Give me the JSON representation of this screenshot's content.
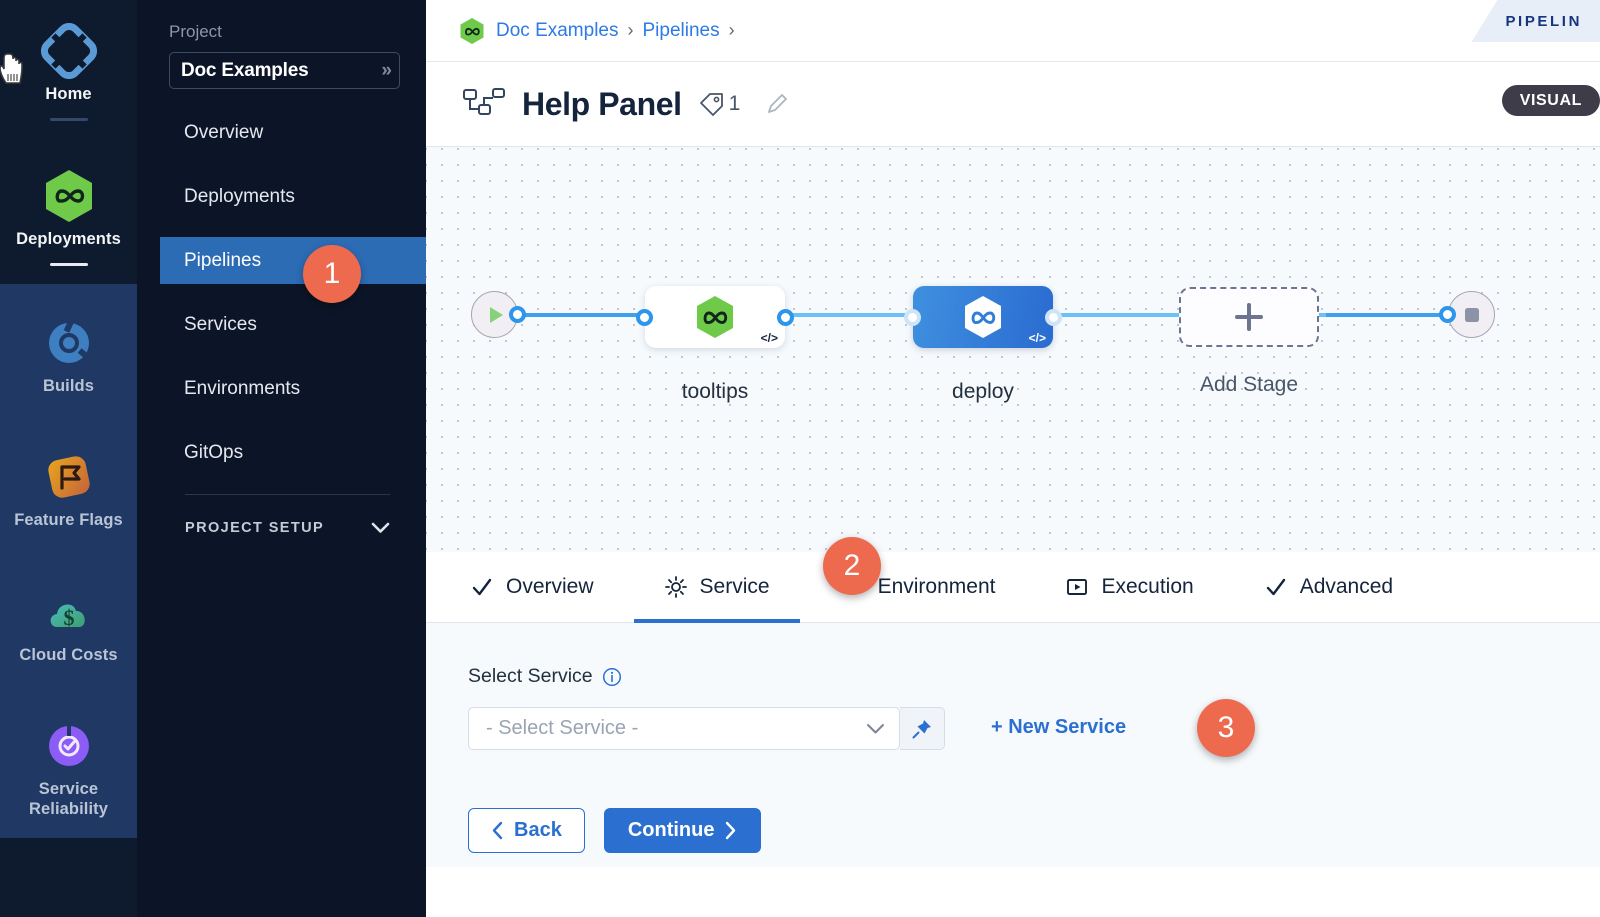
{
  "rail": {
    "items": [
      {
        "label": "Home",
        "icon": "home-diamond-icon",
        "state": "dark",
        "underline": true
      },
      {
        "label": "Deployments",
        "icon": "deployments-hexagon-icon",
        "state": "dark",
        "underline": true
      },
      {
        "label": "Builds",
        "icon": "builds-icon",
        "state": "light",
        "underline": false
      },
      {
        "label": "Feature Flags",
        "icon": "feature-flags-icon",
        "state": "light",
        "underline": false
      },
      {
        "label": "Cloud Costs",
        "icon": "cloud-costs-icon",
        "state": "light",
        "underline": false
      },
      {
        "label": "Service Reliability",
        "icon": "service-reliability-icon",
        "state": "light",
        "underline": false
      }
    ]
  },
  "nav": {
    "project_label": "Project",
    "project_name": "Doc Examples",
    "project_chevron_icon": "chevrons-right-icon",
    "items": [
      {
        "label": "Overview",
        "active": false
      },
      {
        "label": "Deployments",
        "active": false
      },
      {
        "label": "Pipelines",
        "active": true
      },
      {
        "label": "Services",
        "active": false
      },
      {
        "label": "Environments",
        "active": false
      },
      {
        "label": "GitOps",
        "active": false
      }
    ],
    "setup_label": "PROJECT SETUP",
    "setup_chevron_icon": "chevron-down-icon"
  },
  "header": {
    "breadcrumb": [
      "Doc Examples",
      "Pipelines"
    ],
    "breadcrumb_separator": "›",
    "project_icon": "harness-hexagon-icon",
    "pipeline_tab_label": "PIPELIN",
    "title": "Help Panel",
    "title_icon": "pipeline-stages-icon",
    "tag_icon": "tag-icon",
    "tag_count": "1",
    "edit_icon": "pencil-icon",
    "mode_toggle_label": "VISUAL"
  },
  "canvas": {
    "start_node": {
      "name": "start-node",
      "icon": "play-icon"
    },
    "end_node": {
      "name": "end-node",
      "icon": "stop-square-icon"
    },
    "stages": [
      {
        "label": "tooltips",
        "style": "white",
        "icon": "harness-hexagon-green-icon",
        "badge": "</>"
      },
      {
        "label": "deploy",
        "style": "blue",
        "icon": "harness-hexagon-white-icon",
        "badge": "</>"
      }
    ],
    "add_stage": {
      "label": "Add Stage",
      "icon": "plus-icon"
    }
  },
  "tabs": [
    {
      "label": "Overview",
      "icon": "check-icon",
      "active": false
    },
    {
      "label": "Service",
      "icon": "gear-icon",
      "active": true
    },
    {
      "label": "Environment",
      "icon": "layers-diamond-icon",
      "active": false
    },
    {
      "label": "Execution",
      "icon": "play-box-icon",
      "active": false
    },
    {
      "label": "Advanced",
      "icon": "check-icon",
      "active": false
    }
  ],
  "form": {
    "select_service_label": "Select Service",
    "info_icon": "info-circle-icon",
    "select_placeholder": "- Select Service -",
    "dropdown_icon": "chevron-down-icon",
    "pin_icon": "pin-icon",
    "new_service_label": "+ New Service",
    "back_label": "Back",
    "back_icon": "chevron-left-icon",
    "continue_label": "Continue",
    "continue_icon": "chevron-right-icon"
  },
  "callouts": [
    {
      "number": "1",
      "target": "pipelines-nav-item"
    },
    {
      "number": "2",
      "target": "service-tab"
    },
    {
      "number": "3",
      "target": "new-service-link"
    }
  ],
  "colors": {
    "accent_blue": "#2b70d0",
    "callout_orange": "#ee6a4f",
    "rail_dark": "#0e1a2d",
    "rail_light": "#1f3864",
    "nav_bg": "#0c1527",
    "harness_green": "#5bbd3f"
  }
}
